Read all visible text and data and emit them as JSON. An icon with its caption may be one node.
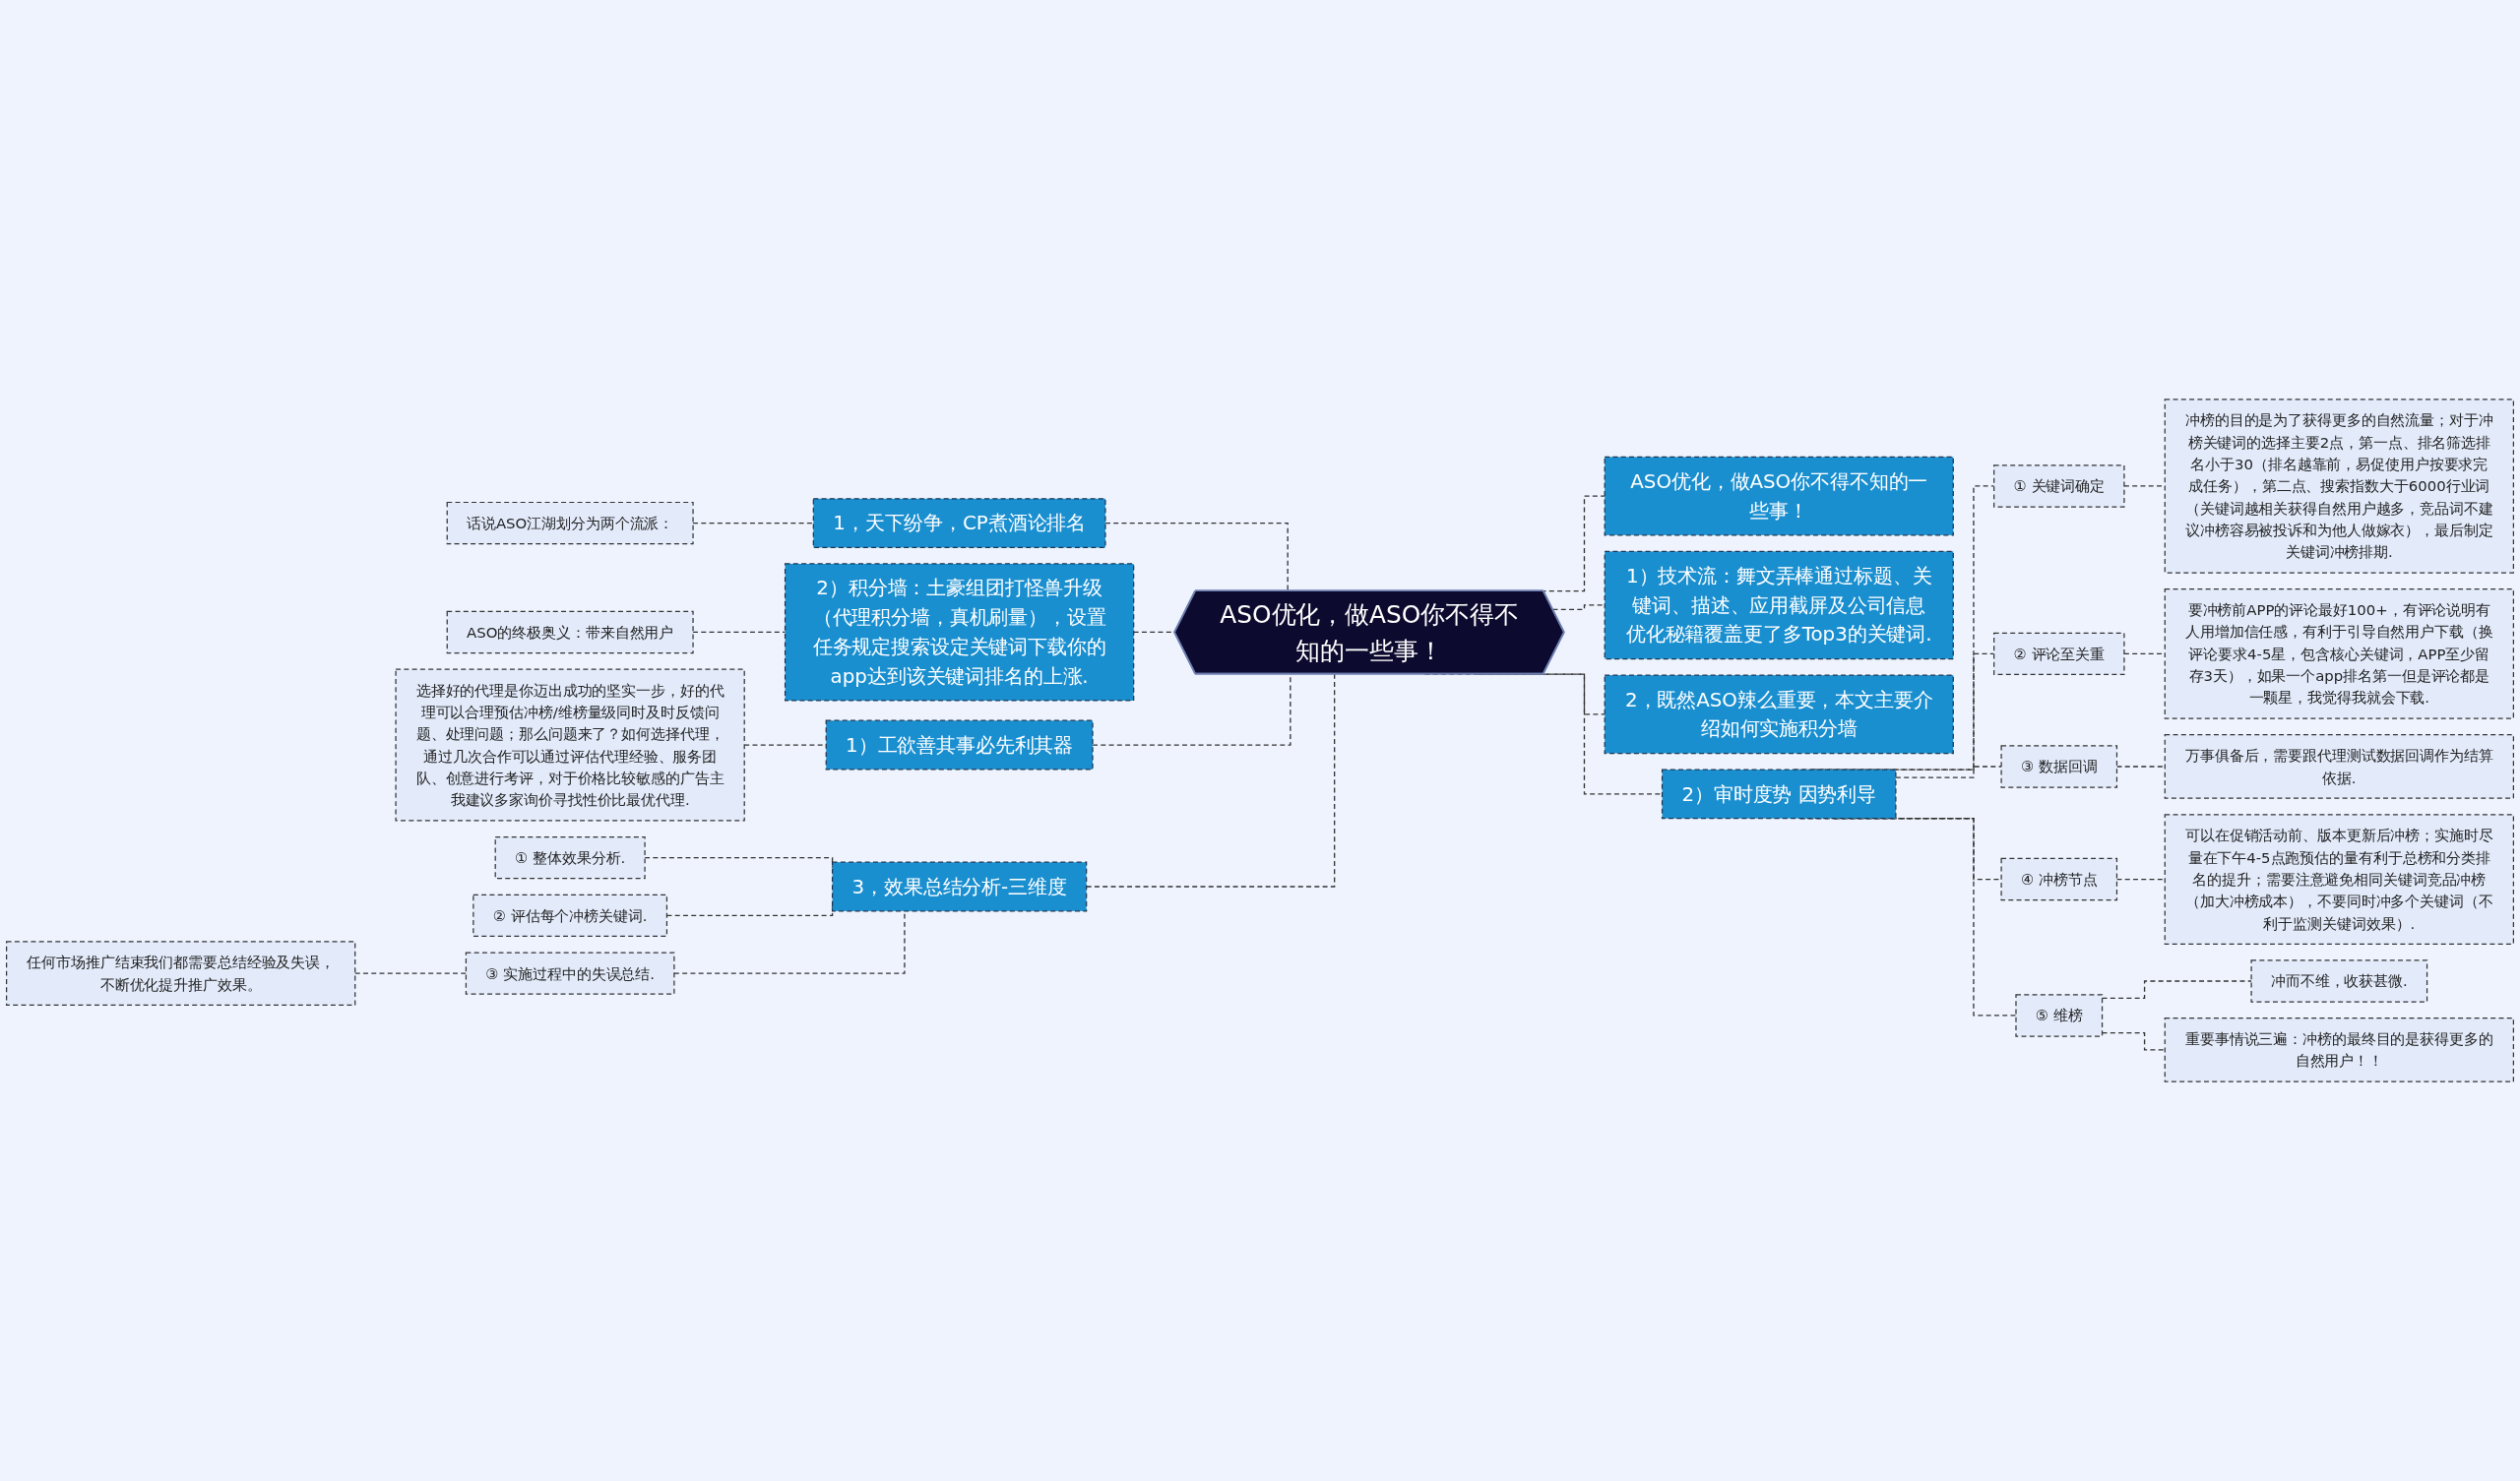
{
  "diagram": {
    "nodes": [
      {
        "text": [
          "ASO优化，做ASO你不得不知的一些事！"
        ]
      },
      {
        "text": [
          "1，天下纷争，CP煮酒论排名"
        ]
      },
      {
        "text": [
          "话说ASO江湖划分为两个流派："
        ]
      },
      {
        "text": [
          "2）积分墙：土豪组团打怪兽升级（代理积分墙，真机刷量），设置任务规定搜索设定关键词下载你的app达到该关键词排名的上涨."
        ]
      },
      {
        "text": [
          "ASO的终极奥义：带来自然用户"
        ]
      },
      {
        "text": [
          "1）工欲善其事必先利其器"
        ]
      },
      {
        "text": [
          "选择好的代理是你迈出成功的坚实一步，好的代理可以合理预估冲榜/维榜量级同时及时反馈问题、处理问题；那么问题来了？如何选择代理，通过几次合作可以通过评估代理经验、服务团队、创意进行考评，对于价格比较敏感的广告主我建议多家询价寻找性价比最优代理."
        ]
      },
      {
        "text": [
          "3，效果总结分析-三维度"
        ]
      },
      {
        "text": [
          "① 整体效果分析."
        ]
      },
      {
        "text": [
          "② 评估每个冲榜关键词."
        ]
      },
      {
        "text": [
          "③ 实施过程中的失误总结."
        ]
      },
      {
        "text": [
          "任何市场推广结束我们都需要总结经验及失误，不断优化提升推广效果。"
        ]
      },
      {
        "text": [
          "ASO优化，做ASO你不得不知的一些事！"
        ]
      },
      {
        "text": [
          "1）技术流：舞文弄棒通过标题、关键词、描述、应用截屏及公司信息优化秘籍覆盖更了多Top3的关键词."
        ]
      },
      {
        "text": [
          "2，既然ASO辣么重要，本文主要介绍如何实施积分墙"
        ]
      },
      {
        "text": [
          "2）审时度势 因势利导"
        ]
      },
      {
        "text": [
          "① 关键词确定"
        ]
      },
      {
        "text": [
          "冲榜的目的是为了获得更多的自然流量；对于冲榜关键词的选择主要2点，第一点、排名筛选排名小于30（排名越靠前，易促使用户按要求完成任务），第二点、搜索指数大于6000行业词（关键词越相关获得自然用户越多，竞品词不建议冲榜容易被投诉和为他人做嫁衣），最后制定关键词冲榜排期."
        ]
      },
      {
        "text": [
          "② 评论至关重"
        ]
      },
      {
        "text": [
          "要冲榜前APP的评论最好100+，有评论说明有人用增加信任感，有利于引导自然用户下载（换评论要求4-5星，包含核心关键词，APP至少留存3天），如果一个app排名第一但是评论都是一颗星，我觉得我就会下载."
        ]
      },
      {
        "text": [
          "③ 数据回调"
        ]
      },
      {
        "text": [
          "万事俱备后，需要跟代理测试数据回调作为结算依据."
        ]
      },
      {
        "text": [
          "④ 冲榜节点"
        ]
      },
      {
        "text": [
          "可以在促销活动前、版本更新后冲榜；实施时尽量在下午4-5点跑预估的量有利于总榜和分类排名的提升；需要注意避免相同关键词竞品冲榜（加大冲榜成本），不要同时冲多个关键词（不利于监测关键词效果）."
        ]
      },
      {
        "text": [
          "⑤ 维榜"
        ]
      },
      {
        "text": [
          "冲而不维，收获甚微."
        ]
      },
      {
        "text": [
          "重要事情说三遍：冲榜的最终目的是获得更多的自然用户！！"
        ]
      }
    ],
    "edges": [
      {
        "from": 0,
        "to": 1,
        "arrow": "none",
        "style": "dashed"
      },
      {
        "from": 1,
        "to": 2,
        "arrow": "none",
        "style": "dashed"
      },
      {
        "from": 0,
        "to": 3,
        "arrow": "none",
        "style": "dashed"
      },
      {
        "from": 3,
        "to": 4,
        "arrow": "none",
        "style": "dashed"
      },
      {
        "from": 0,
        "to": 5,
        "arrow": "none",
        "style": "dashed"
      },
      {
        "from": 5,
        "to": 6,
        "arrow": "none",
        "style": "dashed"
      },
      {
        "from": 0,
        "to": 7,
        "arrow": "none",
        "style": "dashed"
      },
      {
        "from": 7,
        "to": 8,
        "arrow": "none",
        "style": "dashed"
      },
      {
        "from": 7,
        "to": 9,
        "arrow": "none",
        "style": "dashed"
      },
      {
        "from": 7,
        "to": 10,
        "arrow": "none",
        "style": "dashed"
      },
      {
        "from": 10,
        "to": 11,
        "arrow": "none",
        "style": "dashed"
      },
      {
        "from": 0,
        "to": 12,
        "arrow": "none",
        "style": "dashed"
      },
      {
        "from": 0,
        "to": 13,
        "arrow": "none",
        "style": "dashed"
      },
      {
        "from": 0,
        "to": 14,
        "arrow": "none",
        "style": "dashed"
      },
      {
        "from": 0,
        "to": 15,
        "arrow": "none",
        "style": "dashed"
      },
      {
        "from": 15,
        "to": 16,
        "arrow": "none",
        "style": "dashed"
      },
      {
        "from": 16,
        "to": 17,
        "arrow": "none",
        "style": "dashed"
      },
      {
        "from": 15,
        "to": 18,
        "arrow": "none",
        "style": "dashed"
      },
      {
        "from": 18,
        "to": 19,
        "arrow": "none",
        "style": "dashed"
      },
      {
        "from": 15,
        "to": 20,
        "arrow": "none",
        "style": "dashed"
      },
      {
        "from": 20,
        "to": 21,
        "arrow": "none",
        "style": "dashed"
      },
      {
        "from": 15,
        "to": 22,
        "arrow": "none",
        "style": "dashed"
      },
      {
        "from": 22,
        "to": 23,
        "arrow": "none",
        "style": "dashed"
      },
      {
        "from": 15,
        "to": 24,
        "arrow": "none",
        "style": "dashed"
      },
      {
        "from": 24,
        "to": 25,
        "arrow": "none",
        "style": "dashed"
      },
      {
        "from": 24,
        "to": 26,
        "arrow": "none",
        "style": "dashed"
      }
    ]
  }
}
